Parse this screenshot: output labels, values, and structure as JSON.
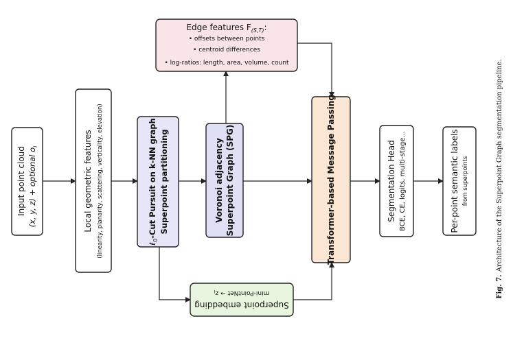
{
  "nodes": {
    "input": {
      "lines": [
        "Input point cloud",
        "(x, y, z) + optional o",
        "i"
      ]
    },
    "local": {
      "lines": [
        "Local geometric features",
        "(linearity, planarity, scattering, verticality, elevation)"
      ]
    },
    "l0": {
      "lines": [
        "ℓ",
        "0",
        "-Cut Pursuit on k-NN graph",
        "Superpoint partitioning"
      ]
    },
    "voronoi": {
      "lines": [
        "Voronoi adjacency",
        "Superpoint Graph (SPG)"
      ]
    },
    "transformer": {
      "lines": [
        "Transformer-based Message Passing"
      ]
    },
    "seghead": {
      "lines": [
        "Segmentation Head",
        "BCE, CE, logits, multi-stage..."
      ]
    },
    "labels": {
      "lines": [
        "Per-point semantic labels",
        "from superpoints"
      ]
    },
    "edge": {
      "title": "Edge features F",
      "sub": "(S,T)",
      "colon": ":",
      "bullets": [
        "• offsets between points",
        "• centroid differences",
        "• log-ratios: length, area, volume, count"
      ]
    },
    "embed": {
      "lines": [
        "Superpoint embedding",
        "mini-PointNet → z",
        "i"
      ]
    }
  },
  "caption": {
    "label": "Fig. 7.",
    "text": "Architecture of the Superpoint Graph segmentation pipeline."
  },
  "colors": {
    "edge_fill": "#f9e4e8",
    "l0_fill": "#e6e6f8",
    "voronoi_fill": "#e0e0f5",
    "transformer_fill": "#fbe7d3",
    "embed_fill": "#e8f6e0",
    "plain_fill": "#ffffff"
  }
}
